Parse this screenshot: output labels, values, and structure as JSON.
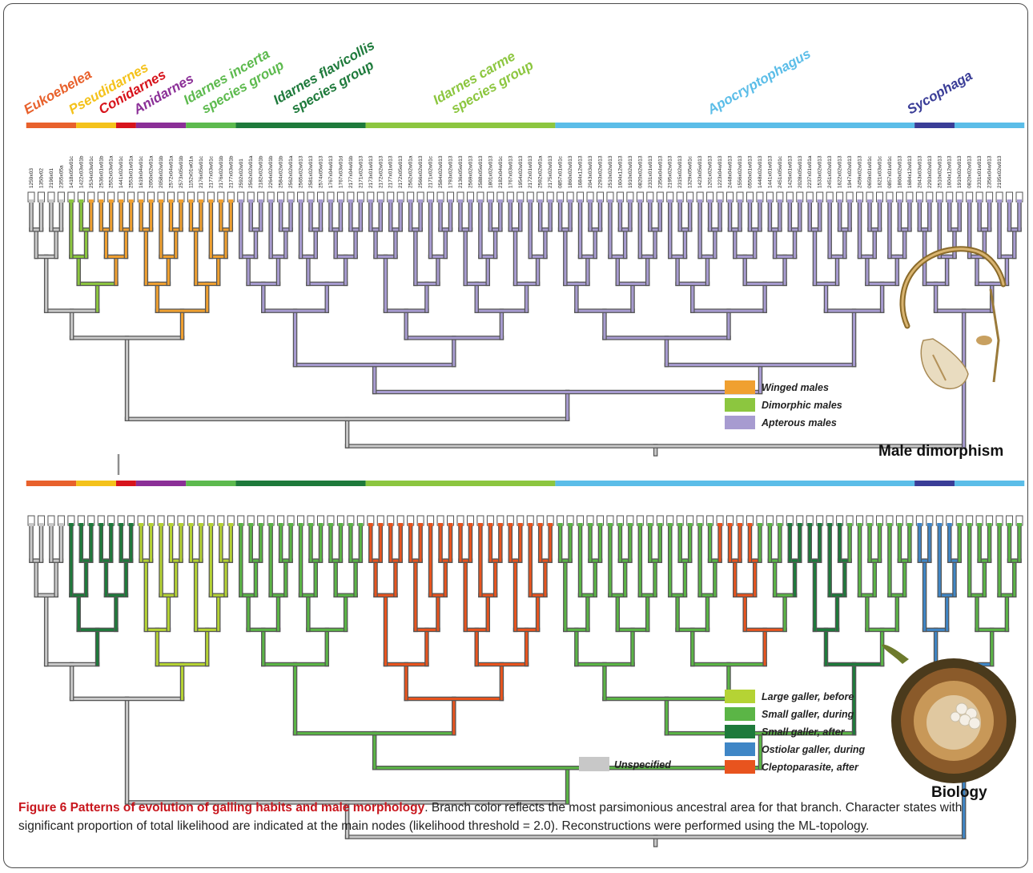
{
  "figure": {
    "clades": [
      {
        "name": "Eukoebelea",
        "lines": [
          "Eukoebelea"
        ],
        "color": "#e8612c",
        "from": 0,
        "to": 5
      },
      {
        "name": "Pseudidarnes",
        "lines": [
          "Pseudidarnes"
        ],
        "color": "#f4c21b",
        "from": 5,
        "to": 9
      },
      {
        "name": "Conidarnes",
        "lines": [
          "Conidarnes"
        ],
        "color": "#d7141c",
        "from": 9,
        "to": 11
      },
      {
        "name": "Anidarnes",
        "lines": [
          "Anidarnes"
        ],
        "color": "#8b2f97",
        "from": 11,
        "to": 16
      },
      {
        "name": "Idarnes incerta species group",
        "lines": [
          "Idarnes incerta",
          "species group"
        ],
        "color": "#5dba4e",
        "from": 16,
        "to": 21
      },
      {
        "name": "Idarnes flavicollis species group",
        "lines": [
          "Idarnes flavicollis",
          "species group"
        ],
        "color": "#1e7a3b",
        "from": 21,
        "to": 34
      },
      {
        "name": "Idarnes carme species group",
        "lines": [
          "Idarnes carme",
          "species group"
        ],
        "color": "#8cc63f",
        "from": 34,
        "to": 53
      },
      {
        "name": "Apocryptophagus",
        "lines": [
          "Apocryptophagus"
        ],
        "color": "#5bbde8",
        "from": 53,
        "to": 89
      },
      {
        "name": "Sycophaga",
        "lines": [
          "Sycophaga"
        ],
        "color": "#3a3d97",
        "from": 89,
        "to": 93
      },
      {
        "name": "",
        "lines": [],
        "color": "#5bbde8",
        "from": 93,
        "to": 100
      }
    ],
    "tips": [
      "1259x03",
      "1350v02",
      "2196x01",
      "2355x05a",
      "1418x05w01c",
      "1422x03w01b",
      "2534x03w01c",
      "2536x01w01b",
      "2552x03w01a",
      "1441x02w01c",
      "2553x01w01a",
      "1619x04w01c",
      "2050x02w01a",
      "2058x02w01b",
      "2572x04w01a",
      "2573x05w01b",
      "1152x01w01a",
      "2176x05w01c",
      "2177x03w01c",
      "2176x02w01b",
      "2177x03w01b",
      "2592x02w01",
      "2562x02w01a",
      "2182x02w01b",
      "2264x02w01b",
      "2584x02w01b",
      "2562x02w01a",
      "2565x02w013",
      "2581x02w013",
      "2574x05w013",
      "1767x04w013",
      "1767x03w01d",
      "2177x04w01b",
      "2171x02w013",
      "2173x01w013",
      "2172x02w013",
      "2177x01w013",
      "2172x05w013",
      "2562x02w01a",
      "2566x02w013",
      "2171x02w01c",
      "2584x02w013",
      "1793x02w013",
      "2136x05w013",
      "2569x02w013",
      "2588x05w013",
      "1801x02w013",
      "2182x04w01c",
      "1767x03w013",
      "1954x02w013",
      "2172x01w013",
      "2592x02w01a",
      "2175x02w013",
      "0857x01w01c",
      "1860x02w013",
      "1684x12w013",
      "2043x03w013",
      "2293x02w013",
      "2510x02w013",
      "1604x12w013",
      "1910x02w013",
      "0820x02w013",
      "2331x01w013",
      "2356x04w013",
      "2195x02w013",
      "2315x02w013",
      "1329x05w01c",
      "1423x05w013",
      "1201x02w013",
      "1223x04w013",
      "2448x04w013",
      "1556x02w013",
      "0550x01w013",
      "1448x02w013",
      "1441x01w013",
      "2451x05w01c",
      "1426x01w013",
      "2028x05w013",
      "2237x01w01a",
      "1533x02w013",
      "2451x02w013",
      "1622x02w013",
      "1947x02w013",
      "2459x02w013",
      "0659x01w01c",
      "1621x03w01c",
      "0857x01w01c",
      "1860x02w013",
      "1684x12w013",
      "2043x03w013",
      "2293x02w013",
      "2510x02w013",
      "1604x12w013",
      "1910x02w013",
      "0820x02w013",
      "2331x01w013",
      "2356x04w013",
      "2195x02w013"
    ],
    "male_dimorphism": {
      "title": "Male dimorphism",
      "legend": [
        {
          "label": "Winged males",
          "color": "#f0a030"
        },
        {
          "label": "Dimorphic males",
          "color": "#8cc63f"
        },
        {
          "label": "Apterous males",
          "color": "#a79bd0"
        }
      ]
    },
    "biology": {
      "title": "Biology",
      "legend": [
        {
          "label": "Large galler, before",
          "color": "#b5d334"
        },
        {
          "label": "Small galler, during",
          "color": "#5bb546"
        },
        {
          "label": "Small galler, after",
          "color": "#1e7a3b"
        },
        {
          "label": "Ostiolar galler, during",
          "color": "#3f86c6"
        },
        {
          "label": "Cleptoparasite, after",
          "color": "#e8541e"
        }
      ],
      "unspecified": {
        "label": "Unspecified",
        "color": "#c8c8c8"
      }
    }
  },
  "caption": {
    "title": "Figure 6 Patterns of evolution of galling habits and male morphology",
    "body": ". Branch color reflects the most parsimonious ancestral area for that branch. Character states with significant proportion of total likelihood are indicated at the main nodes (likelihood threshold = 2.0). Reconstructions were performed using the ML-topology."
  }
}
